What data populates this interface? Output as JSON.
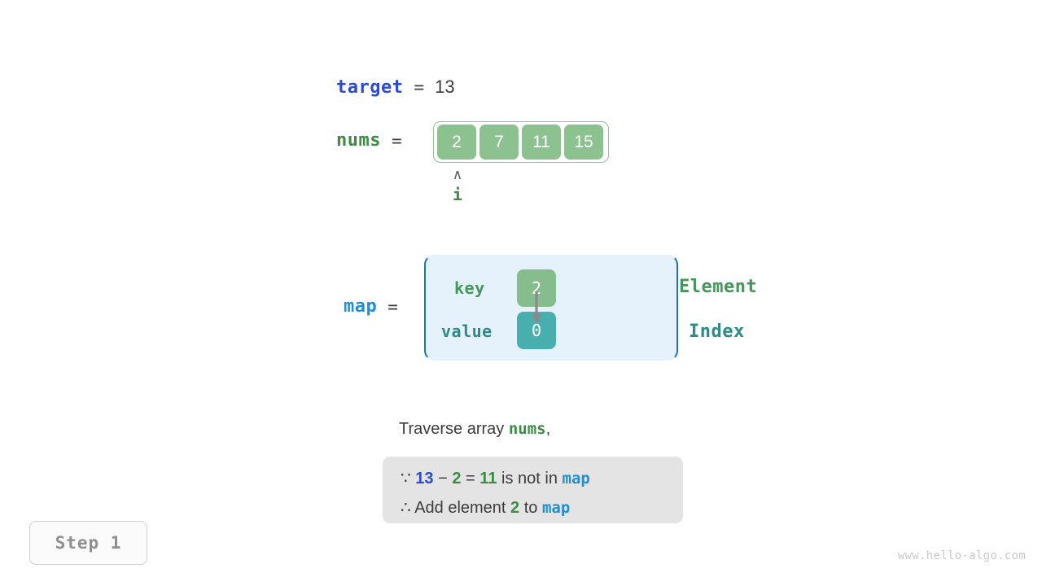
{
  "colors": {
    "accent_blue": "#2a4bd7",
    "map_blue": "#1f8fd8",
    "element_green": "#45965a",
    "index_teal": "#2e8a86",
    "cell_green": "#8bc28f",
    "value_teal": "#47b0ae",
    "map_bg": "#e5f1fb",
    "map_border": "#1a74c0",
    "explain_bg": "#e4e4e4",
    "text": "#3c3c3c"
  },
  "target": {
    "name": "target",
    "equals": "=",
    "value": "13"
  },
  "nums": {
    "name": "nums",
    "equals": "=",
    "cells": [
      "2",
      "7",
      "11",
      "15"
    ]
  },
  "pointer": {
    "caret": "∧",
    "label": "i",
    "at_index": 0
  },
  "map": {
    "name": "map",
    "equals": "=",
    "key_label": "key",
    "value_label": "value",
    "key_cell": "2",
    "value_cell": "0",
    "side_labels": {
      "element": "Element",
      "index": "Index"
    }
  },
  "explanation": {
    "traverse_prefix": "Traverse array ",
    "traverse_keyword": "nums",
    "traverse_suffix": ",",
    "line1": {
      "because_symbol": "∵",
      "a": "13",
      "minus": "−",
      "b": "2",
      "eq": "=",
      "result": "11",
      "tail": "is not in",
      "map_keyword": "map"
    },
    "line2": {
      "therefore_symbol": "∴",
      "lead": "Add element",
      "element": "2",
      "mid": "to",
      "map_keyword": "map"
    }
  },
  "step_badge": {
    "label": "Step 1"
  },
  "watermark": {
    "text": "www.hello-algo.com"
  }
}
